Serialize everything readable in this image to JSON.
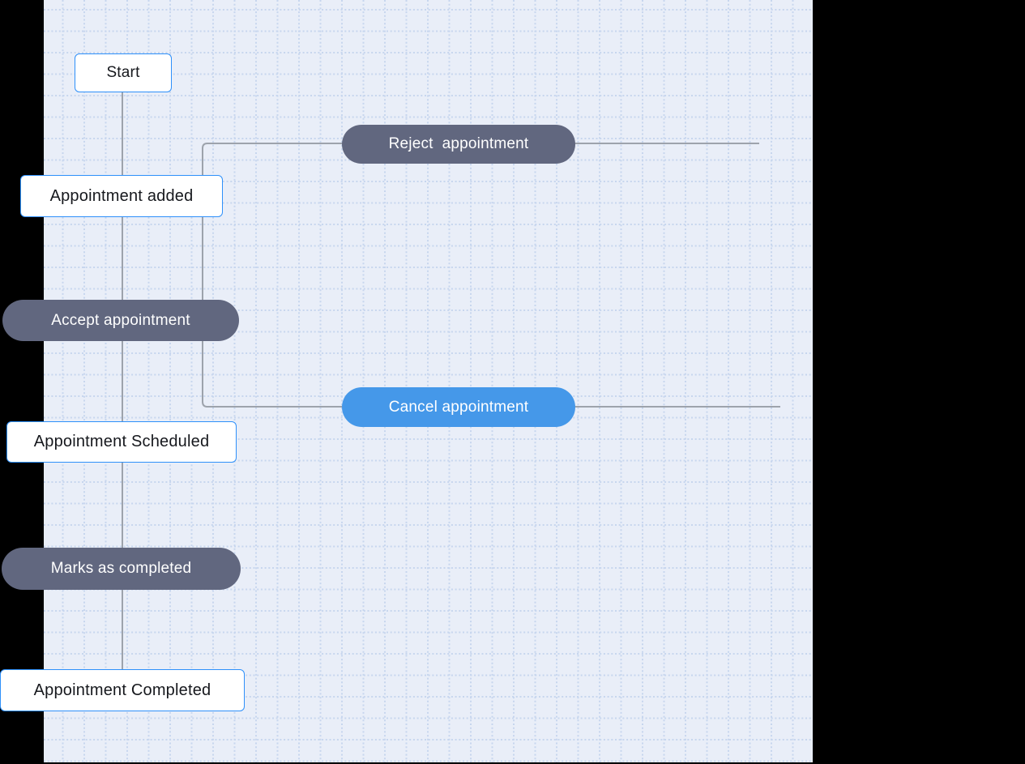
{
  "canvas": {
    "background_color": "#e9eef8",
    "grid_color": "#c7d6ee",
    "surround_color": "#000000",
    "connector_color": "#9da3ac"
  },
  "colors": {
    "state_border": "#2e90fa",
    "state_text": "#16181d",
    "action_pill": "#61677f",
    "primary_pill": "#4598e9",
    "pill_text": "#ffffff"
  },
  "nodes": [
    {
      "id": "start",
      "type": "state",
      "label": "Start"
    },
    {
      "id": "reject",
      "type": "action",
      "label": "Reject  appointment"
    },
    {
      "id": "added",
      "type": "state",
      "label": "Appointment added"
    },
    {
      "id": "accept",
      "type": "action",
      "label": "Accept appointment"
    },
    {
      "id": "cancel",
      "type": "action-primary",
      "label": "Cancel appointment"
    },
    {
      "id": "scheduled",
      "type": "state",
      "label": "Appointment Scheduled"
    },
    {
      "id": "marks",
      "type": "action",
      "label": "Marks as completed"
    },
    {
      "id": "completed",
      "type": "state",
      "label": "Appointment Completed"
    }
  ]
}
